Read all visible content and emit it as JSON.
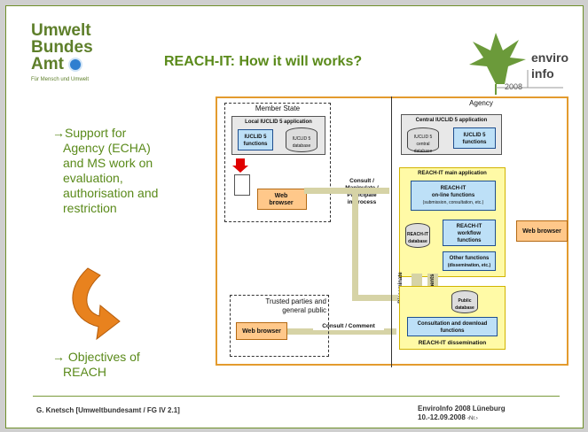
{
  "logo": {
    "line1": "Umwelt",
    "line2": "Bundes",
    "line3": "Amt",
    "subtitle": "Für Mensch und Umwelt"
  },
  "title": "REACH-IT: How it will works?",
  "enviro_logo": {
    "top": "enviro",
    "bottom": "info",
    "year": "2008"
  },
  "bullets": {
    "b1": [
      "→Support for",
      "Agency (ECHA)",
      "and MS work on",
      "evaluation,",
      "authorisation and",
      "restriction"
    ],
    "b2": [
      "→ Objectives of",
      "REACH"
    ]
  },
  "diagram": {
    "member_state": "Member State",
    "agency": "Agency",
    "local_iuclid": "Local IUCLID 5 application",
    "central_iuclid": "Central IUCLID 5 application",
    "iuclid_functions": "IUCLID 5 functions",
    "iuclid_database": "IUCLID 5 database",
    "iuclid_central_db": "IUCLID 5 central database",
    "web_browser": "Web browser",
    "consult_manipulate": [
      "Consult /",
      "Manipulate /",
      "Participate",
      "in process"
    ],
    "main_app": "REACH-IT main application",
    "online_functions": [
      "REACH-IT",
      "on-line functions",
      "(submission, consultation, etc.)"
    ],
    "workflow": [
      "REACH-IT",
      "workflow",
      "functions"
    ],
    "reachit_db": "REACH-IT database",
    "other_functions": [
      "Other functions",
      "(dissemination, etc.)"
    ],
    "trusted": [
      "Trusted parties and",
      "general public"
    ],
    "consult_comment": "Consult / Comment",
    "disseminate": "Disseminate",
    "comments": "Comments",
    "public_db": "Public database",
    "consult_download": [
      "Consultation and download",
      "functions"
    ],
    "dissemination": "REACH-IT dissemination"
  },
  "footer": {
    "left": "G. Knetsch [Umweltbundesamt / FG IV 2.1]",
    "right1": "EnviroInfo 2008 Lüneburg",
    "right2": "10.-12.09.2008",
    "right3": "‹Nr.›"
  }
}
